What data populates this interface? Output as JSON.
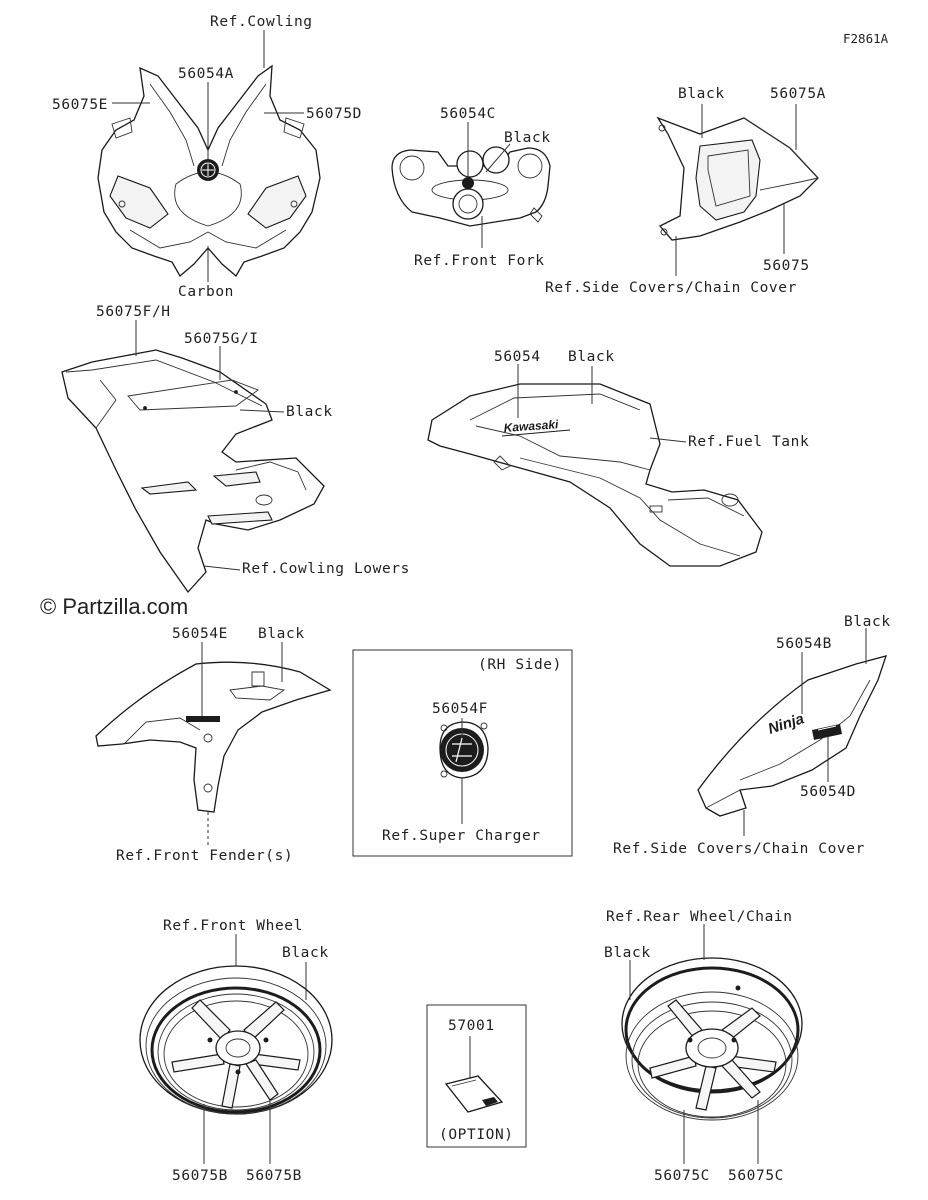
{
  "figure_id": "F2861A",
  "watermark": "© Partzilla.com",
  "labels": {
    "ref_cowling": "Ref.Cowling",
    "p56054A": "56054A",
    "p56075E": "56075E",
    "p56075D": "56075D",
    "carbon": "Carbon",
    "p56054C": "56054C",
    "black_fork": "Black",
    "ref_front_fork": "Ref.Front Fork",
    "black_tail": "Black",
    "p56075A": "56075A",
    "p56075": "56075",
    "ref_side_covers_top": "Ref.Side Covers/Chain Cover",
    "p56075FH": "56075F/H",
    "p56075GI": "56075G/I",
    "black_lowers": "Black",
    "ref_cowling_lowers": "Ref.Cowling Lowers",
    "p56054": "56054",
    "black_tank": "Black",
    "ref_fuel_tank": "Ref.Fuel Tank",
    "p56054E": "56054E",
    "black_fender": "Black",
    "ref_front_fender": "Ref.Front Fender(s)",
    "rh_side": "(RH Side)",
    "p56054F": "56054F",
    "ref_super_charger": "Ref.Super Charger",
    "black_side": "Black",
    "p56054B": "56054B",
    "p56054D": "56054D",
    "ref_side_covers_mid": "Ref.Side Covers/Chain Cover",
    "ref_front_wheel": "Ref.Front Wheel",
    "black_front_wheel": "Black",
    "p56075B_1": "56075B",
    "p56075B_2": "56075B",
    "p57001": "57001",
    "option": "(OPTION)",
    "ref_rear_wheel": "Ref.Rear Wheel/Chain",
    "black_rear_wheel": "Black",
    "p56075C_1": "56075C",
    "p56075C_2": "56075C"
  },
  "decal_text": {
    "tank_logo": "Kawasaki",
    "side_logo": "Ninja"
  }
}
